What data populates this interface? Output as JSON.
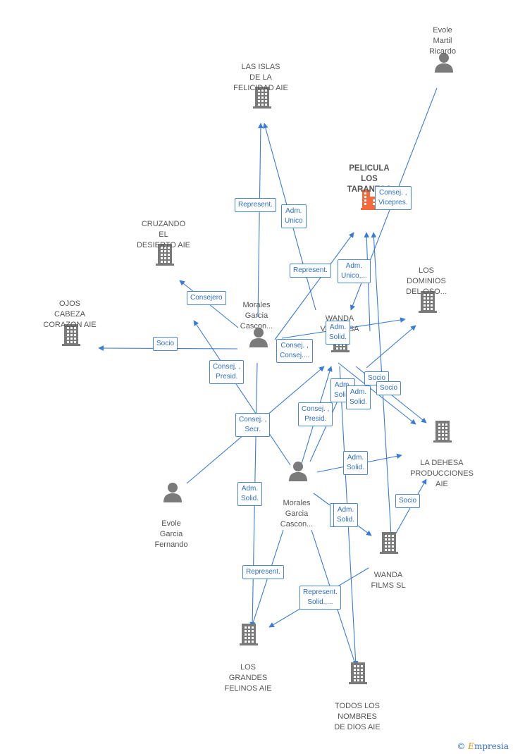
{
  "colors": {
    "edge": "#3a7bd5",
    "company": "#7a7a7a",
    "main_company": "#f26a3d",
    "person": "#7a7a7a"
  },
  "nodes": [
    {
      "id": "evole_martil",
      "kind": "person",
      "label": "Evole\nMartil\nRicardo"
    },
    {
      "id": "islas",
      "kind": "company",
      "label": "LAS ISLAS\nDE LA\nFELICIDAD  AIE"
    },
    {
      "id": "pelicula",
      "kind": "main",
      "label": "PELICULA\nLOS\nTARANTOS"
    },
    {
      "id": "cruzando",
      "kind": "company",
      "label": "CRUZANDO\nEL\nDESIERTO AIE"
    },
    {
      "id": "dominios",
      "kind": "company",
      "label": "LOS\nDOMINIOS\nDEL OSO..."
    },
    {
      "id": "ojos",
      "kind": "company",
      "label": "OJOS\nCABEZA\nCORAZON AIE"
    },
    {
      "id": "morales1",
      "kind": "person",
      "label": "Morales\nGarcia\nCascon..."
    },
    {
      "id": "wanda_v",
      "kind": "company",
      "label": "WANDA\nVISION SA"
    },
    {
      "id": "dehesa",
      "kind": "company",
      "label": "LA DEHESA\nPRODUCCIONES AIE"
    },
    {
      "id": "evole_garcia",
      "kind": "person",
      "label": "Evole\nGarcia\nFernando"
    },
    {
      "id": "morales2",
      "kind": "person",
      "label": "Morales\nGarcia\nCascon..."
    },
    {
      "id": "wanda_f",
      "kind": "company",
      "label": "WANDA\nFILMS  SL"
    },
    {
      "id": "grandes",
      "kind": "company",
      "label": "LOS\nGRANDES\nFELINOS AIE"
    },
    {
      "id": "todos",
      "kind": "company",
      "label": "TODOS LOS\nNOMBRES\nDE DIOS AIE"
    }
  ],
  "edge_labels": [
    "Consej. ,\nVicepres.",
    "Represent.",
    "Adm.\nUnico",
    "Represent.",
    "Adm.\nUnico,...",
    "Consejero",
    "Socio",
    "Adm.\nSolid.",
    "Consej. ,\nConsej....",
    "Consej. ,\nPresid.",
    "Socio",
    "Socio",
    "Adm.\nSolid.",
    "Adm.\nSolid.",
    "Consej. ,\nPresid.",
    "Consej. ,\nSecr.",
    "Adm.\nSolid.",
    "Adm.\nSolid.",
    "Socio",
    "Adm.\nSolid.",
    "Adm.\nSolid.",
    "Represent.",
    "Represent.\nSolid.,..."
  ],
  "brand": {
    "symbol": "©",
    "name": "mpresia",
    "initial": "E"
  }
}
